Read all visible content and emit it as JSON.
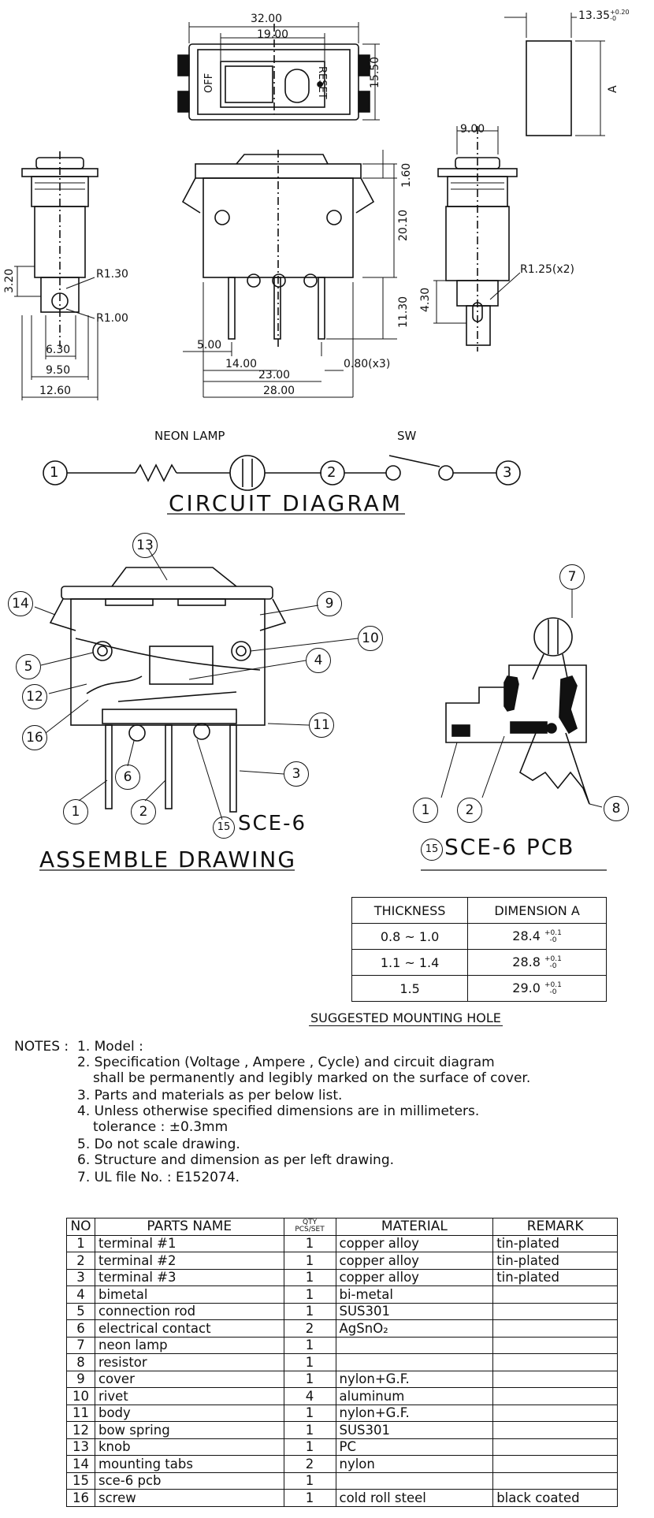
{
  "dimensions": {
    "top_view": [
      "32.00",
      "19.00",
      "15.50"
    ],
    "top_view_labels": [
      "OFF",
      "RESET"
    ],
    "side_right": [
      "13.35",
      "+0.20",
      "-0",
      "A"
    ],
    "left_view": [
      "3.20",
      "R1.30",
      "R1.00",
      "6.30",
      "9.50",
      "12.60"
    ],
    "front_view": [
      "1.60",
      "20.10",
      "11.30",
      "5.00",
      "14.00",
      "23.00",
      "28.00",
      "0.80(x3)"
    ],
    "right_view": [
      "9.00",
      "4.30",
      "R1.25(x2)"
    ]
  },
  "circuit": {
    "neon_lamp": "NEON LAMP",
    "sw": "SW",
    "nodes": [
      "1",
      "2",
      "3"
    ],
    "title": "CIRCUIT DIAGRAM"
  },
  "assemble": {
    "callouts": [
      "13",
      "14",
      "9",
      "10",
      "4",
      "5",
      "12",
      "16",
      "11",
      "3",
      "6",
      "1",
      "2",
      "15"
    ],
    "label": "SCE-6",
    "title": "ASSEMBLE DRAWING"
  },
  "pcb": {
    "callouts": [
      "7",
      "1",
      "2",
      "8"
    ],
    "title_num": "15",
    "title": "SCE-6 PCB"
  },
  "mounting": {
    "headers": [
      "THICKNESS",
      "DIMENSION A"
    ],
    "rows": [
      {
        "thickness": "0.8 ~ 1.0",
        "dim": "28.4",
        "tol_plus": "+0.1",
        "tol_minus": "-0"
      },
      {
        "thickness": "1.1 ~ 1.4",
        "dim": "28.8",
        "tol_plus": "+0.1",
        "tol_minus": "-0"
      },
      {
        "thickness": "1.5",
        "dim": "29.0",
        "tol_plus": "+0.1",
        "tol_minus": "-0"
      }
    ],
    "caption": "SUGGESTED MOUNTING HOLE"
  },
  "notes": {
    "label": "NOTES :",
    "items": [
      "1. Model :",
      "2. Specification (Voltage , Ampere , Cycle) and circuit diagram",
      "shall be permanently and legibly marked on the surface of cover.",
      "3. Parts and materials as per below list.",
      "4. Unless otherwise specified dimensions are in millimeters.",
      "tolerance : ±0.3mm",
      "5. Do not scale drawing.",
      "6. Structure and dimension as per left drawing.",
      "7. UL file No. : E152074."
    ]
  },
  "parts": {
    "headers": {
      "no": "NO",
      "name": "PARTS NAME",
      "qty_top": "QTY",
      "qty_bottom": "PCS/SET",
      "material": "MATERIAL",
      "remark": "REMARK"
    },
    "rows": [
      {
        "no": "1",
        "name": "terminal #1",
        "qty": "1",
        "material": "copper alloy",
        "remark": "tin-plated"
      },
      {
        "no": "2",
        "name": "terminal #2",
        "qty": "1",
        "material": "copper alloy",
        "remark": "tin-plated"
      },
      {
        "no": "3",
        "name": "terminal #3",
        "qty": "1",
        "material": "copper alloy",
        "remark": "tin-plated"
      },
      {
        "no": "4",
        "name": "bimetal",
        "qty": "1",
        "material": "bi-metal",
        "remark": ""
      },
      {
        "no": "5",
        "name": "connection rod",
        "qty": "1",
        "material": "SUS301",
        "remark": ""
      },
      {
        "no": "6",
        "name": "electrical contact",
        "qty": "2",
        "material": "AgSnO₂",
        "remark": ""
      },
      {
        "no": "7",
        "name": "neon lamp",
        "qty": "1",
        "material": "",
        "remark": ""
      },
      {
        "no": "8",
        "name": "resistor",
        "qty": "1",
        "material": "",
        "remark": ""
      },
      {
        "no": "9",
        "name": "cover",
        "qty": "1",
        "material": "nylon+G.F.",
        "remark": ""
      },
      {
        "no": "10",
        "name": "rivet",
        "qty": "4",
        "material": "aluminum",
        "remark": ""
      },
      {
        "no": "11",
        "name": "body",
        "qty": "1",
        "material": "nylon+G.F.",
        "remark": ""
      },
      {
        "no": "12",
        "name": "bow spring",
        "qty": "1",
        "material": "SUS301",
        "remark": ""
      },
      {
        "no": "13",
        "name": "knob",
        "qty": "1",
        "material": "PC",
        "remark": ""
      },
      {
        "no": "14",
        "name": "mounting tabs",
        "qty": "2",
        "material": "nylon",
        "remark": ""
      },
      {
        "no": "15",
        "name": "sce-6 pcb",
        "qty": "1",
        "material": "",
        "remark": ""
      },
      {
        "no": "16",
        "name": "screw",
        "qty": "1",
        "material": "cold roll steel",
        "remark": "black coated"
      }
    ]
  }
}
